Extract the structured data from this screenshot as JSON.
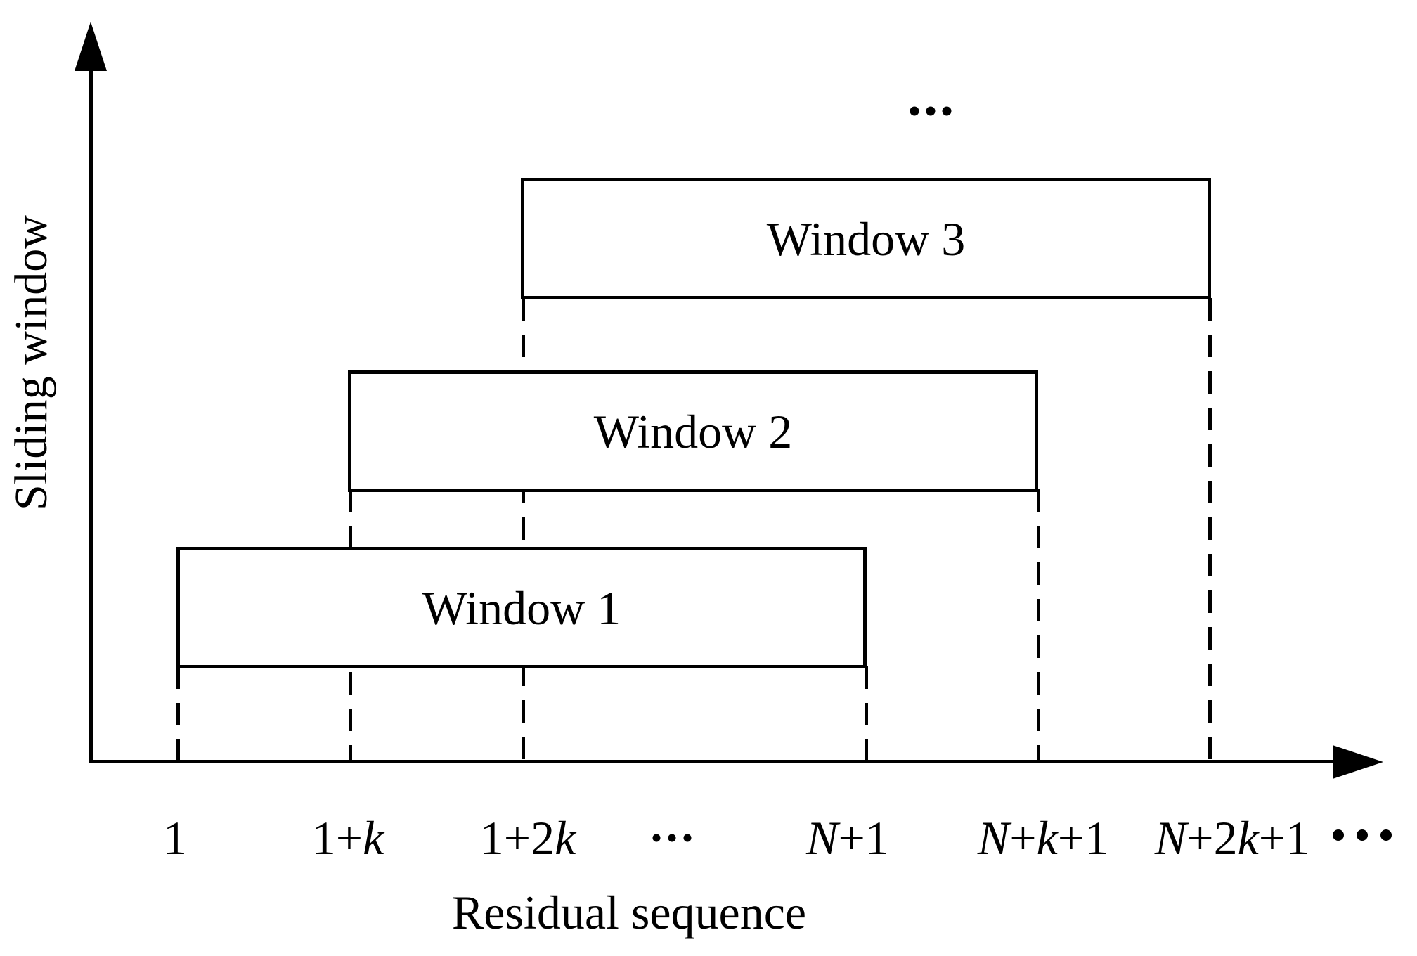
{
  "diagram": {
    "y_axis": {
      "label": "Sliding window"
    },
    "x_axis": {
      "label": "Residual sequence"
    },
    "windows": [
      {
        "label": "Window 1"
      },
      {
        "label": "Window 2"
      },
      {
        "label": "Window 3"
      }
    ],
    "more_windows_ellipsis": "⋯",
    "x_ticks": [
      {
        "label": "1"
      },
      {
        "label": "1+k"
      },
      {
        "label": "1+2k"
      },
      {
        "label": "⋯"
      },
      {
        "label": "N+1"
      },
      {
        "label": "N+k+1"
      },
      {
        "label": "N+2k+1"
      },
      {
        "label": "⋯"
      }
    ]
  }
}
